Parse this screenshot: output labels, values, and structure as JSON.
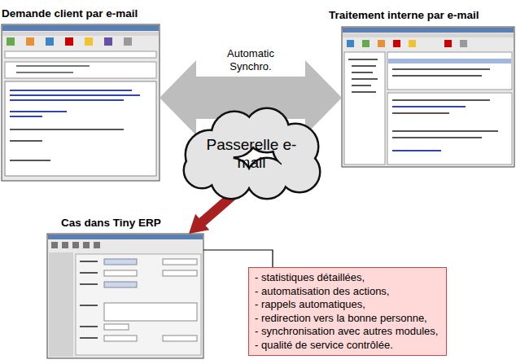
{
  "diagram": {
    "nodes": [
      {
        "text": [
          "Demande client par e-mail"
        ]
      },
      {
        "text": [
          "Traitement interne par e-mail"
        ]
      },
      {
        "text": [
          "Passerelle e-mail"
        ]
      },
      {
        "text": [
          "Cas dans Tiny ERP"
        ]
      },
      {
        "text": [
          "- statistiques détaillées,",
          "- automatisation des actions,",
          "- rappels automatiques,",
          "- redirection vers la bonne personne,",
          "- synchronisation avec autres modules,",
          "- qualité de service contrôlée."
        ]
      }
    ],
    "edges": [
      {
        "from": 0,
        "to": 1,
        "arrow": "both",
        "label": "Automatic Synchro."
      },
      {
        "from": 2,
        "to": 3,
        "arrow": "to"
      },
      {
        "from": 3,
        "to": 4,
        "arrow": "none"
      }
    ]
  }
}
